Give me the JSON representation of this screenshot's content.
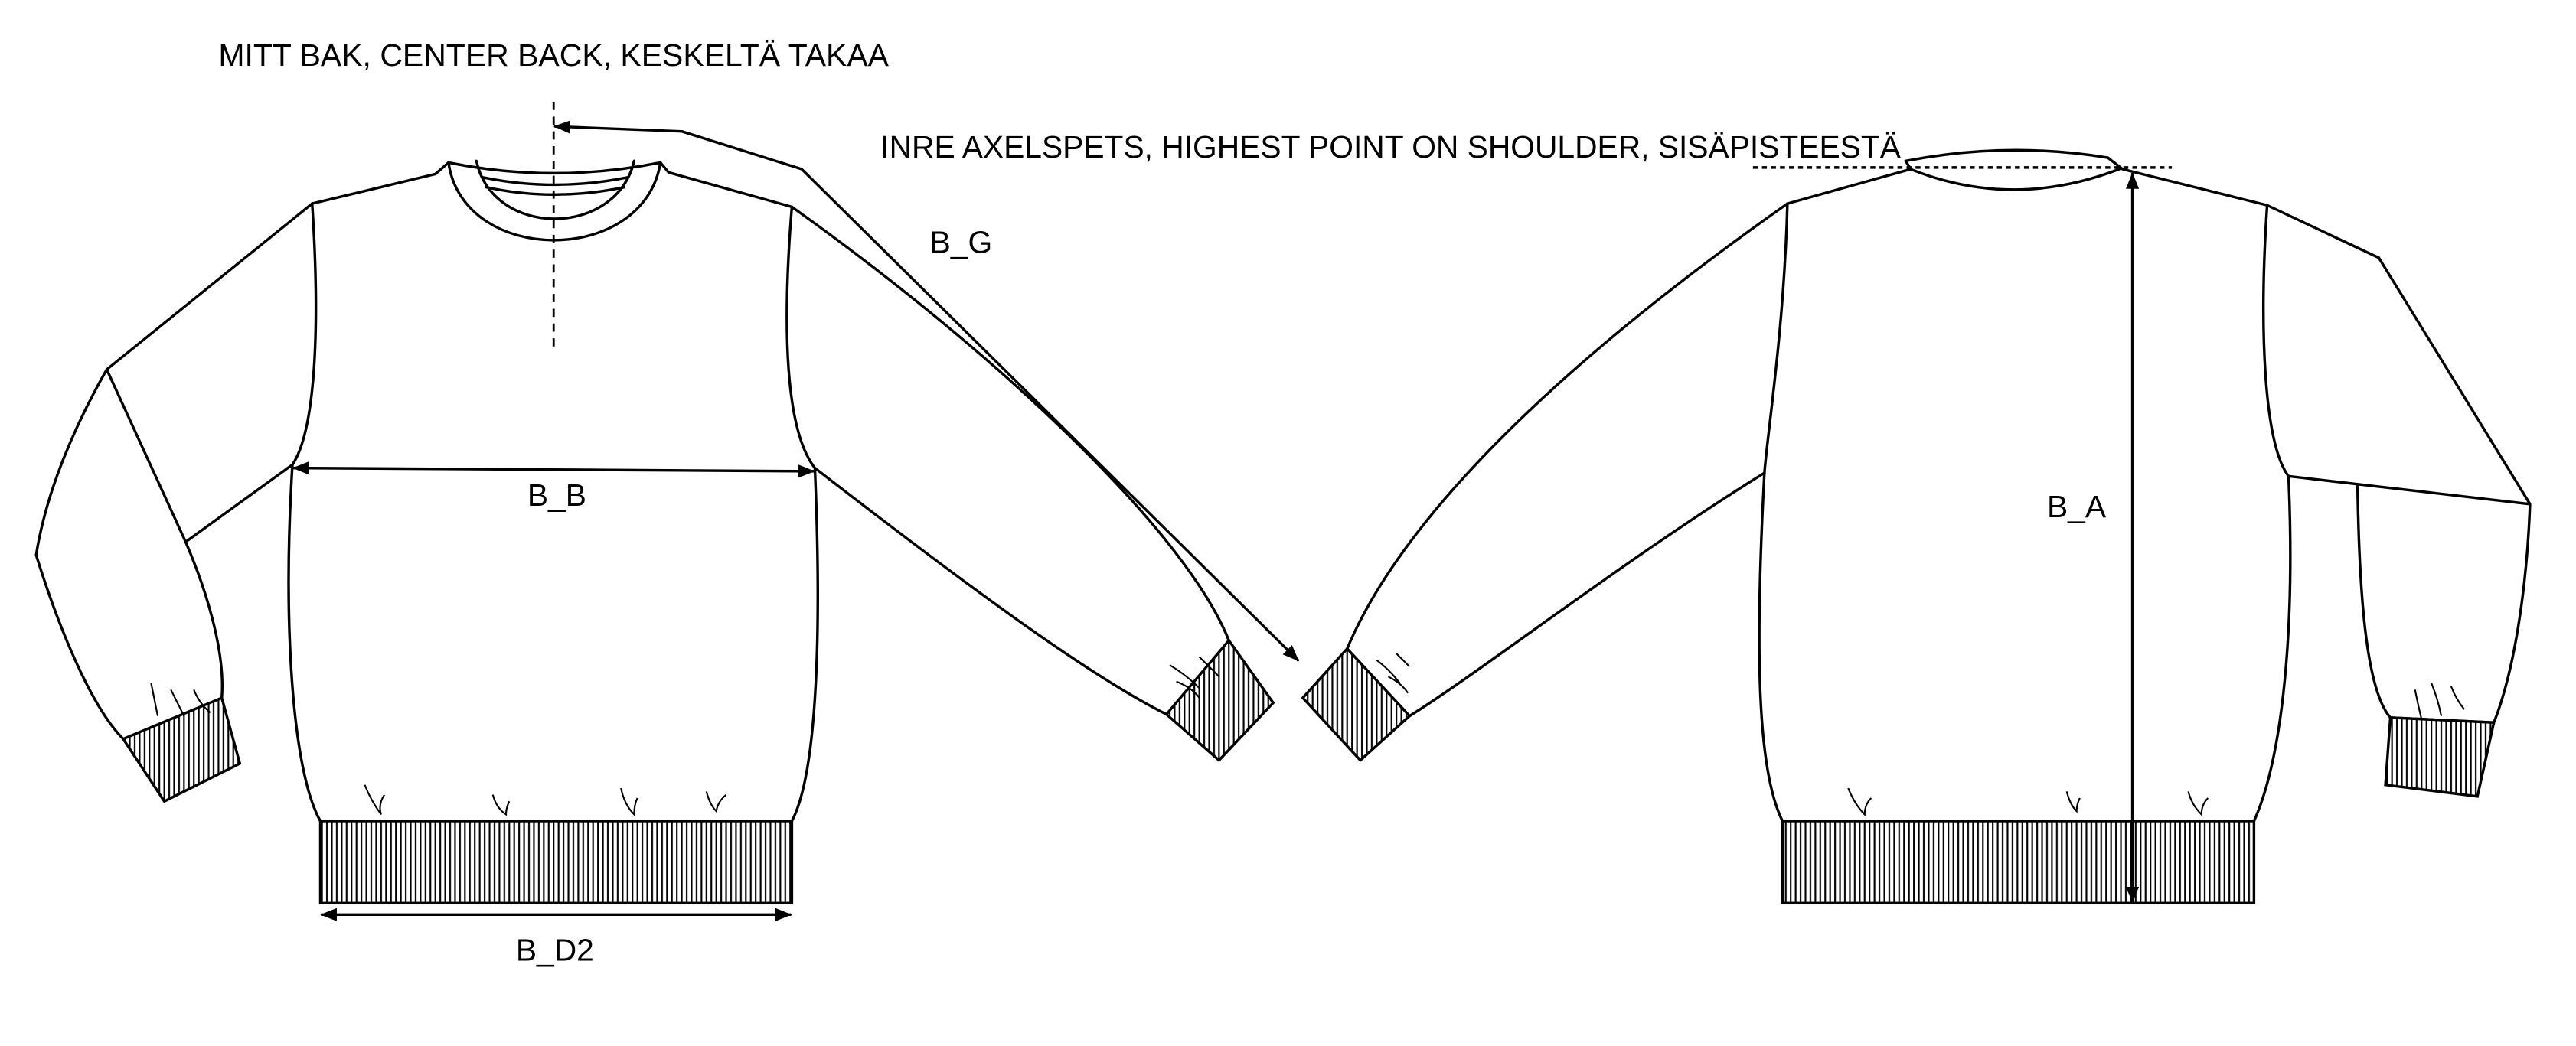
{
  "annotations": {
    "center_back": "MITT BAK, CENTER BACK, KESKELTÄ TAKAA",
    "highest_point_shoulder": "INRE AXELSPETS, HIGHEST POINT ON SHOULDER, SISÄPISTEESTÄ"
  },
  "measurements": {
    "b_a": "B_A",
    "b_b": "B_B",
    "b_d2": "B_D2",
    "b_g": "B_G"
  },
  "colors": {
    "line": "#000000",
    "background": "#ffffff"
  }
}
